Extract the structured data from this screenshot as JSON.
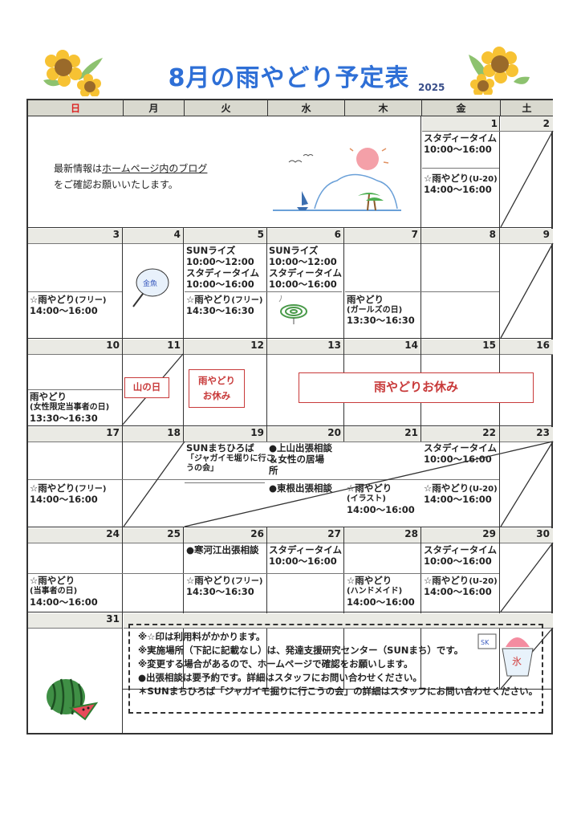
{
  "header": {
    "title": "8月の雨やどり予定表",
    "year": "2025"
  },
  "weekdays": [
    "日",
    "月",
    "火",
    "水",
    "木",
    "金",
    "土"
  ],
  "info": {
    "line1_prefix": "最新情報は",
    "line1_link": "ホームページ内のブログ",
    "line2": "をご確認お願いいたします。"
  },
  "days": {
    "d1": "1",
    "d2": "2",
    "d3": "3",
    "d4": "4",
    "d5": "5",
    "d6": "6",
    "d7": "7",
    "d8": "8",
    "d9": "9",
    "d10": "10",
    "d11": "11",
    "d12": "12",
    "d13": "13",
    "d14": "14",
    "d15": "15",
    "d16": "16",
    "d17": "17",
    "d18": "18",
    "d19": "19",
    "d20": "20",
    "d21": "21",
    "d22": "22",
    "d23": "23",
    "d24": "24",
    "d25": "25",
    "d26": "26",
    "d27": "27",
    "d28": "28",
    "d29": "29",
    "d30": "30",
    "d31": "31"
  },
  "events": {
    "fri1_a": "スタディータイム",
    "fri1_b": "10:00～16:00",
    "fri1_c": "☆雨やどり",
    "fri1_c2": "(U-20)",
    "fri1_d": "14:00～16:00",
    "sun3_a": "☆雨やどり",
    "sun3_a2": "(フリー)",
    "sun3_b": "14:00～16:00",
    "tue5_a": "SUNライズ",
    "tue5_b": "10:00～12:00",
    "tue5_c": "スタディータイム",
    "tue5_d": "10:00～16:00",
    "tue5_e": "☆雨やどり",
    "tue5_e2": "(フリー)",
    "tue5_f": "14:30～16:30",
    "wed6_a": "SUNライズ",
    "wed6_b": "10:00～12:00",
    "wed6_c": "スタディータイム",
    "wed6_d": "10:00～16:00",
    "thu7_a": "雨やどり",
    "thu7_b": "(ガールズの日)",
    "thu7_c": "13:30～16:30",
    "sun10_a": "雨やどり",
    "sun10_b": "(女性限定当事者の日)",
    "sun10_c": "13:30～16:30",
    "mon11_holiday": "山の日",
    "tue12_closed_a": "雨やどり",
    "tue12_closed_b": "お休み",
    "closed_banner": "雨やどりお休み",
    "sun17_a": "☆雨やどり",
    "sun17_a2": "(フリー)",
    "sun17_b": "14:00～16:00",
    "tue19_a": "SUNまちひろば",
    "tue19_b": "「ジャガイモ堀りに行こ",
    "tue19_c": "うの会」",
    "wed20_a": "●上山出張相談",
    "wed20_b": "＆女性の居場",
    "wed20_c": "所",
    "wed20_d": "●東根出張相談",
    "thu21_a": "☆雨やどり",
    "thu21_b": "(イラスト)",
    "thu21_c": "14:00～16:00",
    "fri22_a": "スタディータイム",
    "fri22_b": "10:00～16:00",
    "fri22_c": "☆雨やどり",
    "fri22_c2": "(U-20)",
    "fri22_d": "14:00～16:00",
    "sun24_a": "☆雨やどり",
    "sun24_b": "(当事者の日)",
    "sun24_c": "14:00～16:00",
    "tue26_a": "●寒河江出張相談",
    "tue26_b": "☆雨やどり",
    "tue26_b2": "(フリー)",
    "tue26_c": "14:30～16:30",
    "wed27_a": "スタディータイム",
    "wed27_b": "10:00～16:00",
    "thu28_a": "☆雨やどり",
    "thu28_b": "(ハンドメイド)",
    "thu28_c": "14:00～16:00",
    "fri29_a": "スタディータイム",
    "fri29_b": "10:00～16:00",
    "fri29_c": "☆雨やどり",
    "fri29_c2": "(U-20)",
    "fri29_d": "14:00～16:00"
  },
  "notes": [
    "※☆印は利用料がかかります。",
    "※実施場所（下記に記載なし）は、発達支援研究センター（SUNまち）です。",
    "※変更する場合があるので、ホームページで確認をお願いします。",
    "●出張相談は要予約です。詳細はスタッフにお問い合わせください。",
    "＊SUNまちひろば「ジャガイモ掘りに行こうの会」の詳細はスタッフにお問い合わせください。"
  ],
  "illustrations": {
    "fan_text": "金魚",
    "kakigori_text": "氷"
  },
  "colors": {
    "title": "#2e6fd6",
    "accent_red": "#c83a3a",
    "sunday": "#dd2222",
    "header_bg": "#d9d9cf"
  }
}
